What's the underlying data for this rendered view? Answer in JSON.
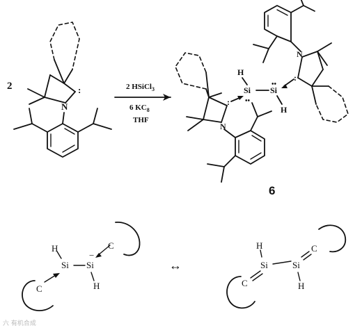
{
  "reaction": {
    "coefficient": "2",
    "reagents": {
      "line1_main": "2 HSiCl",
      "line1_sub": "3",
      "line2_main": "6 KC",
      "line2_sub": "8",
      "line3": "THF"
    },
    "product_label": "6"
  },
  "atoms": {
    "nitrogen": "N",
    "silicon": "Si",
    "hydrogen": "H",
    "carbon": "C",
    "minus": "−"
  },
  "resonance_symbol": "↔",
  "watermark": "六 有机合成"
}
